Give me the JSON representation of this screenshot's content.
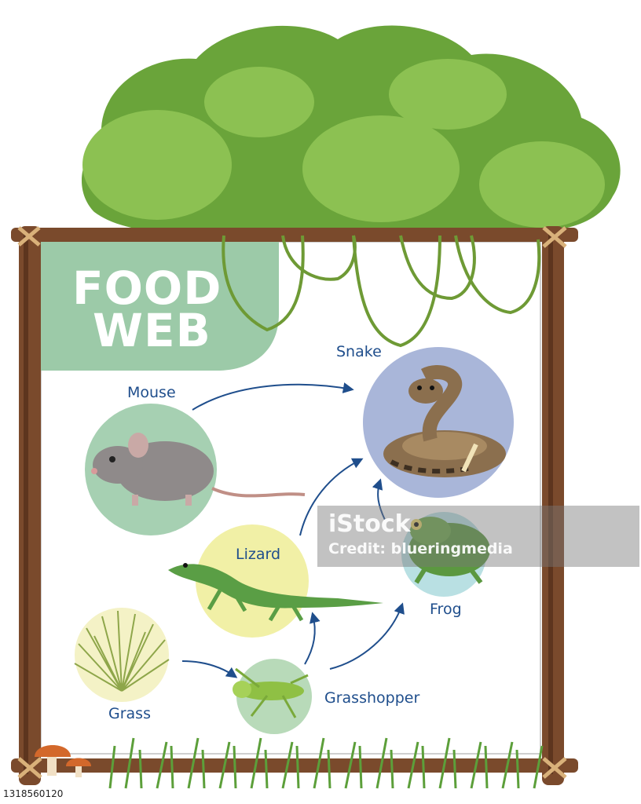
{
  "title": {
    "line1": "FOOD",
    "line2": "WEB"
  },
  "organisms": {
    "mouse": "Mouse",
    "snake": "Snake",
    "lizard": "Lizard",
    "frog": "Frog",
    "grass": "Grass",
    "grasshopper": "Grasshopper"
  },
  "links": [
    {
      "from": "Mouse",
      "to": "Snake"
    },
    {
      "from": "Lizard",
      "to": "Snake"
    },
    {
      "from": "Frog",
      "to": "Snake"
    },
    {
      "from": "Grass",
      "to": "Grasshopper"
    },
    {
      "from": "Grasshopper",
      "to": "Lizard"
    },
    {
      "from": "Grasshopper",
      "to": "Frog"
    }
  ],
  "watermark": {
    "brand": "iStock",
    "credit": "Credit: blueringmedia"
  },
  "stock_id": "1318560120",
  "colors": {
    "leaf_dark": "#6aa43a",
    "leaf_light": "#8cc152",
    "wood": "#7a4a2c",
    "vine": "#6e9a35",
    "title_panel": "#9ccaa8",
    "arrow": "#1f4e8c",
    "circle_mouse": "#a6d0b2",
    "circle_snake": "#a9b6d9",
    "circle_lizard": "#f1f0a6",
    "circle_frog": "#b9e0e3",
    "circle_grass": "#f4f2c6",
    "circle_grasshopper": "#b8dab9"
  }
}
